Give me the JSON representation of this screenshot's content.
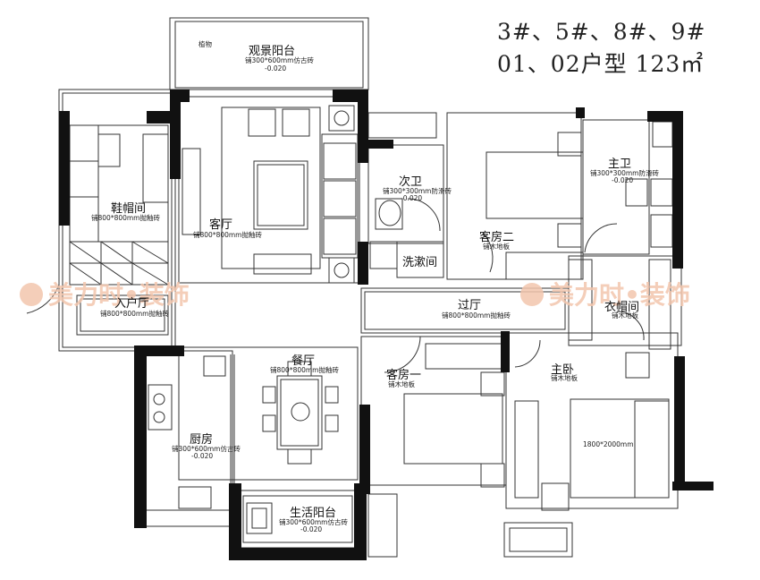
{
  "header": {
    "buildings": "3#、5#、8#、9#",
    "unit_type": "01、02户型 123㎡"
  },
  "watermark": {
    "left_text": "美力时•装饰",
    "right_text": "美力时•装饰",
    "color": "#f3c6ad"
  },
  "rooms": {
    "view_balcony": {
      "name": "观景阳台",
      "spec": "铺300*600mm仿古砖",
      "level": "-0.020",
      "plant": "植物"
    },
    "shoe_room": {
      "name": "鞋帽间",
      "spec": "铺800*800mm抛釉砖"
    },
    "living": {
      "name": "客厅",
      "spec": "铺800*800mm抛釉砖"
    },
    "second_bath": {
      "name": "次卫",
      "spec": "铺300*300mm防滑砖",
      "level": "-0.020"
    },
    "guest2": {
      "name": "客房二",
      "spec": "铺木地板"
    },
    "master_bath": {
      "name": "主卫",
      "spec": "铺300*300mm防滑砖",
      "level": "-0.020"
    },
    "wash": {
      "name": "洗漱间"
    },
    "entry": {
      "name": "入户厅",
      "spec": "铺800*800mm抛釉砖"
    },
    "corridor": {
      "name": "过厅",
      "spec": "铺800*800mm抛釉砖"
    },
    "wardrobe": {
      "name": "衣帽间",
      "spec": "铺木地板"
    },
    "dining": {
      "name": "餐厅",
      "spec": "铺800*800mm抛釉砖"
    },
    "guest1": {
      "name": "客房一",
      "spec": "铺木地板"
    },
    "master": {
      "name": "主卧",
      "spec": "铺木地板",
      "bed_size": "1800*2000mm"
    },
    "kitchen": {
      "name": "厨房",
      "spec": "铺300*600mm仿古砖",
      "level": "-0.020"
    },
    "service_balcony": {
      "name": "生活阳台",
      "spec": "铺300*600mm仿古砖",
      "level": "-0.020"
    }
  }
}
